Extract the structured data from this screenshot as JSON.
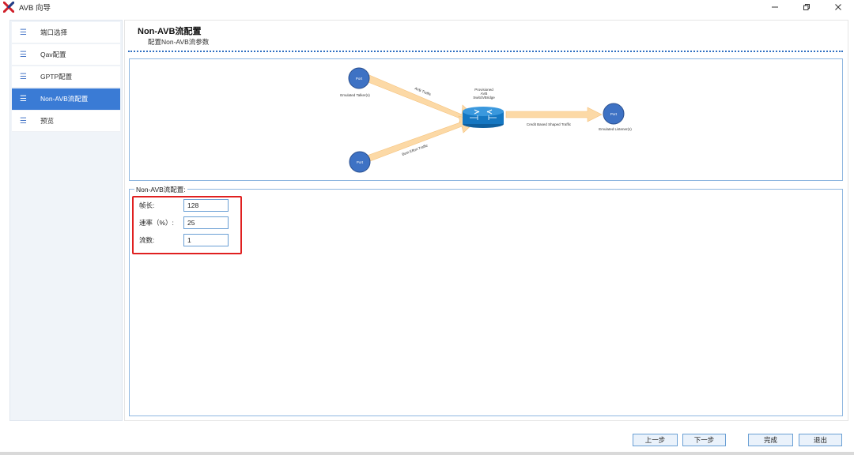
{
  "window": {
    "title": "AVB 向导"
  },
  "sidebar": {
    "items": [
      {
        "label": "端口选择",
        "icon": "list-icon"
      },
      {
        "label": "Qav配置",
        "icon": "list-icon"
      },
      {
        "label": "GPTP配置",
        "icon": "list-icon"
      },
      {
        "label": "Non-AVB流配置",
        "icon": "list-icon",
        "active": true
      },
      {
        "label": "预览",
        "icon": "list-icon"
      }
    ]
  },
  "main": {
    "title": "Non-AVB流配置",
    "subtitle": "配置Non-AVB流参数"
  },
  "diagram": {
    "talker_port_label": "Port",
    "talker_caption": "Emulated Talker(s)",
    "source_port_label": "Port",
    "avb_traffic": "AVB Traffic",
    "best_effort_traffic": "Best Effort Traffic",
    "switch_caption_1": "Provisioned",
    "switch_caption_2": "AVB",
    "switch_caption_3": "Switch/Bridge",
    "cbs_traffic": "Credit Based Shaped Traffic",
    "listener_port_label": "Port",
    "listener_caption": "Emulated Listener(s)"
  },
  "config": {
    "legend": "Non-AVB流配置:",
    "frame_length_label": "帧长:",
    "frame_length_value": "128",
    "rate_label": "速率（%）:",
    "rate_value": "25",
    "stream_count_label": "流数:",
    "stream_count_value": "1"
  },
  "buttons": {
    "prev": "上一步",
    "next": "下一步",
    "finish": "完成",
    "exit": "退出"
  },
  "colors": {
    "accent": "#3a7bd5",
    "highlight_frame": "#e02020",
    "arrow": "#fcd9a6",
    "port_node": "#3e72c4"
  }
}
